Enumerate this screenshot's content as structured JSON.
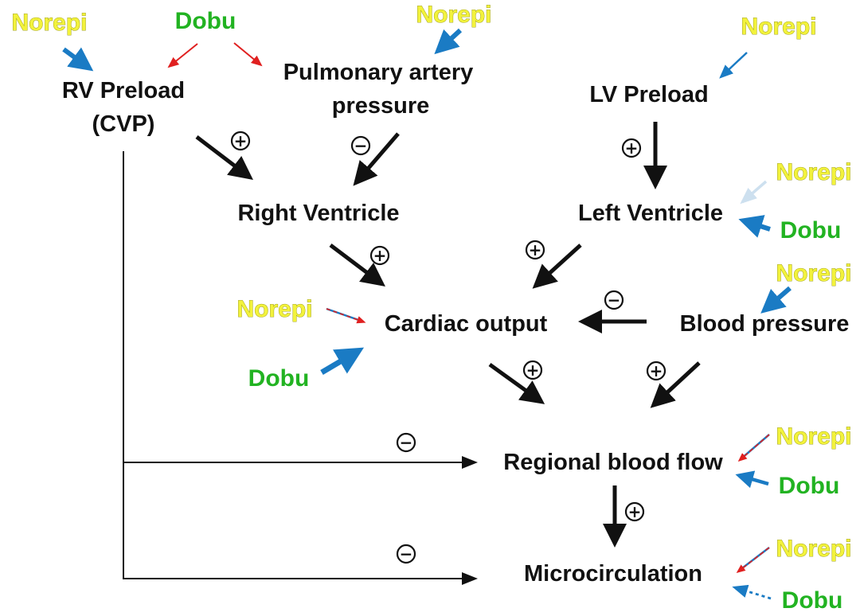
{
  "nodes": {
    "rv_preload_line1": "RV Preload",
    "rv_preload_line2": "(CVP)",
    "pap_line1": "Pulmonary artery",
    "pap_line2": "pressure",
    "lv_preload": "LV Preload",
    "right_ventricle": "Right Ventricle",
    "left_ventricle": "Left Ventricle",
    "cardiac_output": "Cardiac output",
    "blood_pressure": "Blood pressure",
    "regional_blood_flow": "Regional blood flow",
    "microcirculation": "Microcirculation"
  },
  "drugs": {
    "norepi": "Norepi",
    "dobu": "Dobu"
  },
  "signs": {
    "plus": "+",
    "minus": "−"
  },
  "colors": {
    "norepi_text": "#f2f23c",
    "dobu_text": "#22b322",
    "arrow_blue": "#1a7bc4",
    "arrow_red": "#e02020",
    "arrow_black": "#111111",
    "arrow_light_blue": "#cde0ef"
  }
}
